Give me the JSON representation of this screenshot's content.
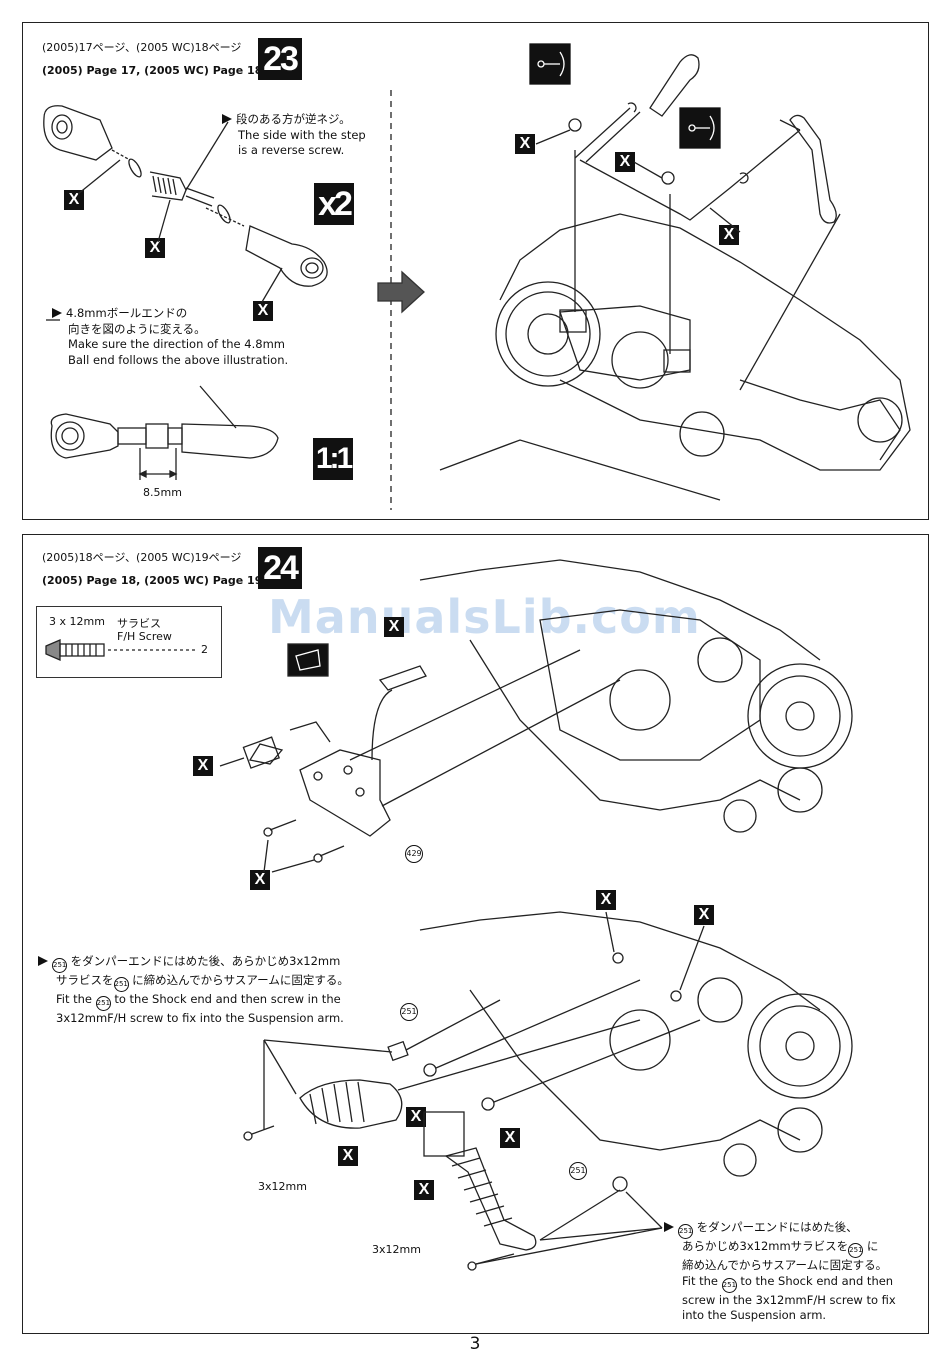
{
  "step23": {
    "ref_jp": "(2005)17ページ、(2005 WC)18ページ",
    "ref_en": "(2005) Page 17, (2005 WC) Page 18",
    "number": "23",
    "qty": "x2",
    "scale": "1:1",
    "note1_jp": "段のある方が逆ネジ。",
    "note1_en1": "The side with the step",
    "note1_en2": "is a reverse screw.",
    "note2_jp1": "4.8mmボールエンドの",
    "note2_jp2": "向きを図のように変える。",
    "note2_en1": "Make sure the direction of the 4.8mm",
    "note2_en2": "Ball end follows the above illustration.",
    "dimension": "8.5mm"
  },
  "step24": {
    "ref_jp": "(2005)18ページ、(2005 WC)19ページ",
    "ref_en": "(2005) Page 18, (2005 WC) Page 19",
    "number": "24",
    "screw_size": "3 x 12mm",
    "screw_name_jp": "サラビス",
    "screw_name_en": "F/H Screw",
    "screw_qty": "2",
    "part_429": "429",
    "part_251": "251",
    "note_a_jp1": "をダンパーエンドにはめた後、あらかじめ3x12mm",
    "note_a_jp2": "サラビスを",
    "note_a_jp3": "に締め込んでからサスアームに固定する。",
    "note_a_en1": "Fit the",
    "note_a_en2": "to the Shock end and then screw in the",
    "note_a_en3": "3x12mmF/H screw to fix into the Suspension arm.",
    "label_3x12_left": "3x12mm",
    "label_3x12_right": "3x12mm",
    "note_b_jp1": "をダンパーエンドにはめた後、",
    "note_b_jp2": "あらかじめ3x12mmサラビスを",
    "note_b_jp3": "に",
    "note_b_jp4": "締め込んでからサスアームに固定する。",
    "note_b_en1": "Fit the",
    "note_b_en2": "to the Shock end and then",
    "note_b_en3": "screw in the 3x12mmF/H screw to fix",
    "note_b_en4": "into the Suspension arm."
  },
  "x_mark": "X",
  "watermark": "ManualsLib.com",
  "page_number": "3"
}
